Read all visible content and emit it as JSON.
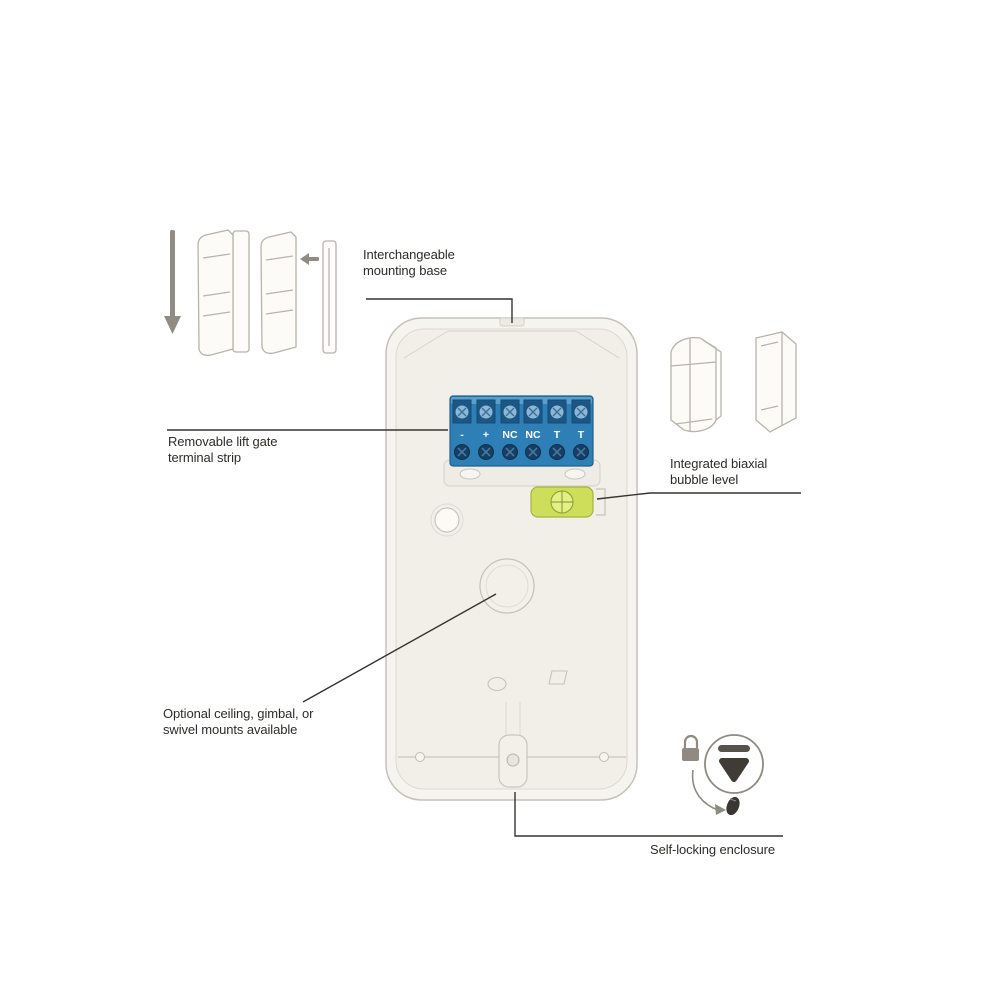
{
  "canvas": {
    "background": "#ffffff"
  },
  "callouts": {
    "mounting_base": "Interchangeable mounting base",
    "terminal_strip": "Removable lift gate terminal strip",
    "bubble_level": "Integrated biaxial bubble level",
    "mounts": "Optional ceiling, gimbal, or swivel mounts available",
    "enclosure": "Self-locking enclosure"
  },
  "device": {
    "terminal_labels": [
      "-",
      "+",
      "NC",
      "NC",
      "T",
      "T"
    ]
  },
  "icons": [
    "down-arrow-icon",
    "detach-arrow-icon",
    "lock-icon",
    "press-down-triangle-icon",
    "rotate-arrow-icon",
    "mouse-icon"
  ],
  "colors": {
    "terminal_blue": "#2f7fb7",
    "terminal_dark_blue": "#1c5685",
    "bubble_level_green": "#cede5b",
    "device_body": "#f5f3ee",
    "line_art_gray": "#b8b4ac",
    "callout_line": "#37342f"
  }
}
